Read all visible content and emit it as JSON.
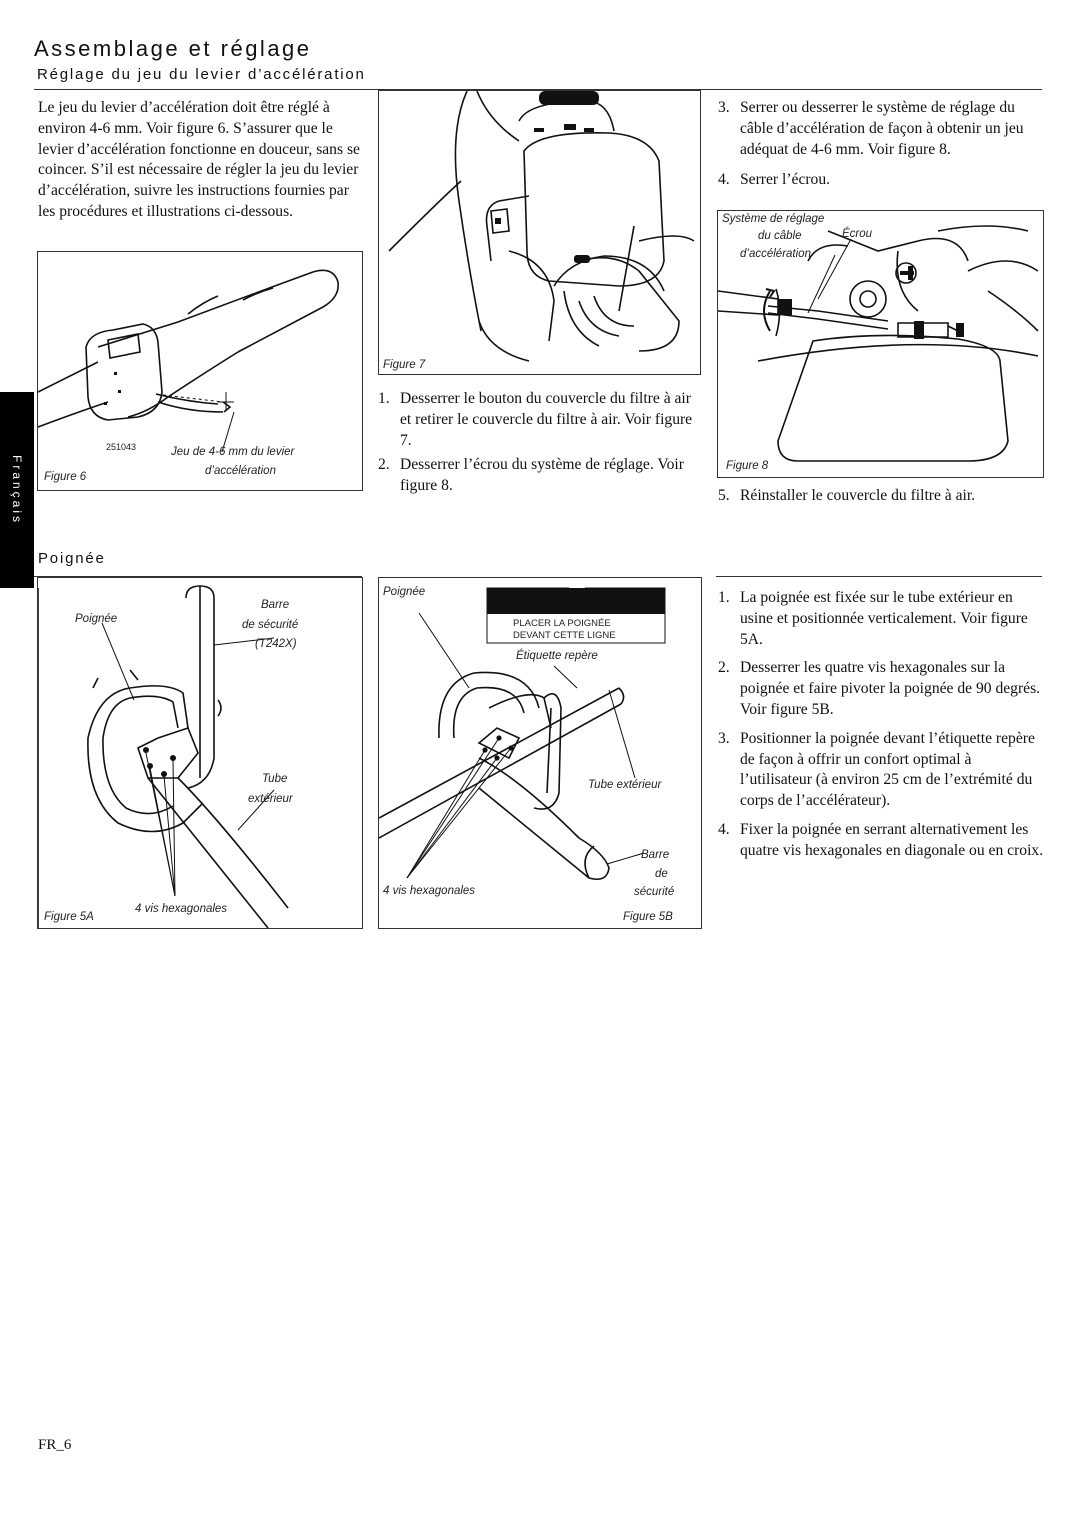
{
  "header": {
    "title": "Assemblage et réglage",
    "subtitle": "Réglage du jeu du levier d’accélération"
  },
  "side_tab": "Français",
  "throttle_section": {
    "intro": "Le jeu du levier d’accélération doit être réglé à environ 4-6 mm. Voir figure 6. S’assurer que le levier d’accélération fonctionne en douceur, sans se coincer. S’il est nécessaire de régler la jeu du levier d’accélération, suivre les instructions fournies par les procédures et illustrations ci-dessous.",
    "figure6": {
      "label": "Figure 6",
      "part_number": "251043",
      "callout_line1": "Jeu de 4-6 mm du levier",
      "callout_line2": "d’accélération"
    },
    "figure7": {
      "label": "Figure 7"
    },
    "steps_left": [
      {
        "num": "1.",
        "text": "Desserrer le bouton du couvercle du filtre à air et retirer le couvercle du filtre à air. Voir figure 7."
      },
      {
        "num": "2.",
        "text": "Desserrer l’écrou du système de réglage. Voir figure 8."
      }
    ],
    "steps_right": [
      {
        "num": "3.",
        "text": "Serrer ou desserrer le système de réglage du câble d’accélération de façon à obtenir un jeu adéquat de 4-6 mm. Voir figure 8."
      },
      {
        "num": "4.",
        "text": "Serrer l’écrou."
      }
    ],
    "figure8": {
      "label": "Figure 8",
      "callout_system_1": "Système de réglage",
      "callout_system_2": "du câble",
      "callout_system_3": "d’accélération",
      "callout_nut": "Écrou"
    },
    "step5": {
      "num": "5.",
      "text": "Réinstaller le couvercle du filtre à air."
    }
  },
  "handle_section": {
    "heading": "Poignée",
    "figure5a": {
      "label": "Figure 5A",
      "handle": "Poignée",
      "barrier_1": "Barre",
      "barrier_2": "de sécurité",
      "barrier_3": "(T242X)",
      "tube_1": "Tube",
      "tube_2": "extérieur",
      "screws": "4 vis hexagonales"
    },
    "figure5b": {
      "label": "Figure 5B",
      "handle": "Poignée",
      "sticker_1": "PLACER LA POIGNÉE",
      "sticker_2": "DEVANT CETTE LIGNE",
      "sticker_label": "Étiquette repère",
      "tube": "Tube extérieur",
      "barrier_1": "Barre",
      "barrier_2": "de",
      "barrier_3": "sécurité",
      "screws": "4 vis hexagonales"
    },
    "steps": [
      {
        "num": "1.",
        "text": "La poignée est fixée sur le tube extérieur en usine et positionnée verticalement. Voir figure 5A."
      },
      {
        "num": "2.",
        "text": "Desserrer les quatre vis hexagonales sur la poignée et faire pivoter la poignée de 90 degrés. Voir figure 5B."
      },
      {
        "num": "3.",
        "text": "Positionner la poignée devant l’étiquette repère de façon à offrir un confort optimal à l’utilisateur (à environ 25 cm de l’extrémité du corps de l’accélérateur)."
      },
      {
        "num": "4.",
        "text": "Fixer la poignée en serrant alternativement les quatre vis hexagonales en diagonale ou en croix."
      }
    ]
  },
  "footer": {
    "page": "FR_6"
  }
}
